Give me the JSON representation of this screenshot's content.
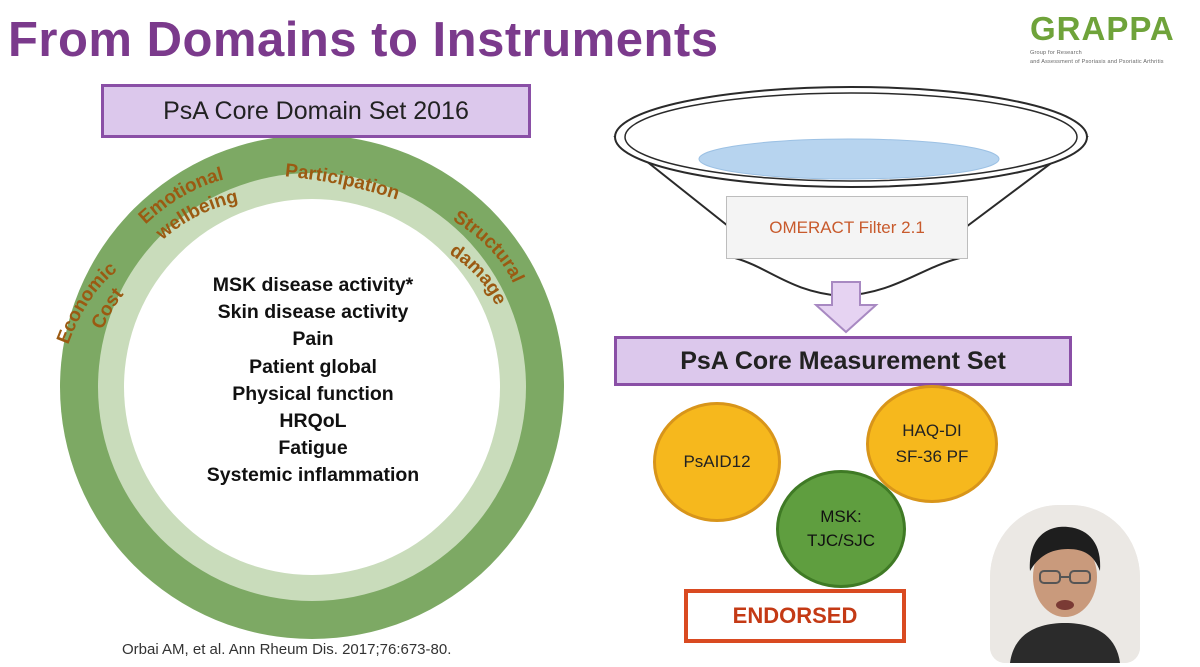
{
  "slide": {
    "title": "From Domains to Instruments",
    "logo": {
      "word": "GRAPPA",
      "tagline_1": "Group for Research",
      "tagline_2": "and Assessment of Psoriasis and Psoriatic Arthritis"
    },
    "citation": "Orbai AM, et al. Ann Rheum Dis. 2017;76:673-80."
  },
  "domain_set": {
    "title": "PsA Core Domain Set 2016",
    "core_domains": [
      "MSK disease activity*",
      "Skin disease activity",
      "Pain",
      "Patient global",
      "Physical function",
      "HRQoL",
      "Fatigue",
      "Systemic inflammation"
    ],
    "outer_ring": {
      "economic_line1": "Economic",
      "economic_line2": "Cost",
      "emotional_line1": "Emotional",
      "emotional_line2": "wellbeing",
      "participation": "Participation",
      "structural_line1": "Structural",
      "structural_line2": "damage"
    }
  },
  "funnel": {
    "filter_label": "OMERACT Filter 2.1"
  },
  "measurement_set": {
    "title": "PsA Core Measurement Set",
    "instruments": {
      "psaid": "PsAID12",
      "haq_line1": "HAQ-DI",
      "haq_line2": "SF-36 PF",
      "msk_line1": "MSK:",
      "msk_line2": "TJC/SJC"
    },
    "status": "ENDORSED"
  },
  "colors": {
    "title_purple": "#7b3a8c",
    "ring_green": "#7da964",
    "inner_ring_green": "#c9dcbb",
    "ring_label_brown": "#9b5a12",
    "box_lavender": "#dcc8ec",
    "bubble_orange": "#f6b81d",
    "bubble_green": "#5f9e3f",
    "endorsed_red": "#d94a21"
  }
}
